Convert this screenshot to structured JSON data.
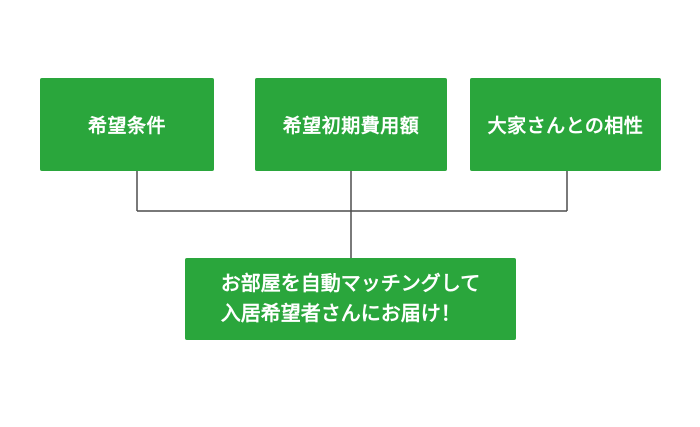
{
  "diagram": {
    "background_color": "#ffffff",
    "box_color": "#2aa63c",
    "box_text_color": "#ffffff",
    "connector_color": "#4d4d4d",
    "input_boxes": [
      {
        "label": "希望条件"
      },
      {
        "label": "希望初期費用額"
      },
      {
        "label": "大家さんとの相性"
      }
    ],
    "output_box": {
      "line1": "お部屋を自動マッチングして",
      "line2": "入居希望者さんにお届け！"
    }
  }
}
